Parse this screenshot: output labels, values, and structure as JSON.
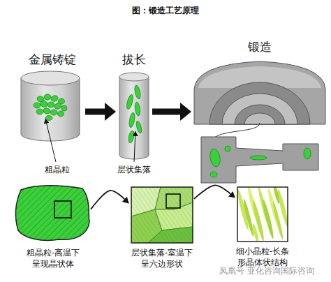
{
  "diagram": {
    "title": "图：锻造工艺原理",
    "nodes": [
      {
        "text": [
          "金属铸锭"
        ]
      },
      {
        "text": [
          "拔长"
        ]
      },
      {
        "text": [
          "锻造"
        ]
      },
      {
        "text": [
          "粗晶粒-高温下 呈现晶状体"
        ]
      },
      {
        "text": [
          "层状集落-室温下 呈六边形状"
        ]
      },
      {
        "text": [
          "细小晶粒-长条 形晶体状结构"
        ]
      }
    ],
    "edges": [
      {
        "from": 0,
        "to": 1,
        "arrow": "to"
      },
      {
        "from": 1,
        "to": 2,
        "arrow": "to"
      },
      {
        "from": 3,
        "to": 4,
        "arrow": "to"
      },
      {
        "from": 4,
        "to": 5,
        "arrow": "to"
      }
    ],
    "labels": [
      "粗晶粒",
      "层状集落",
      "凤凰号 亚化咨询国际咨询"
    ]
  }
}
